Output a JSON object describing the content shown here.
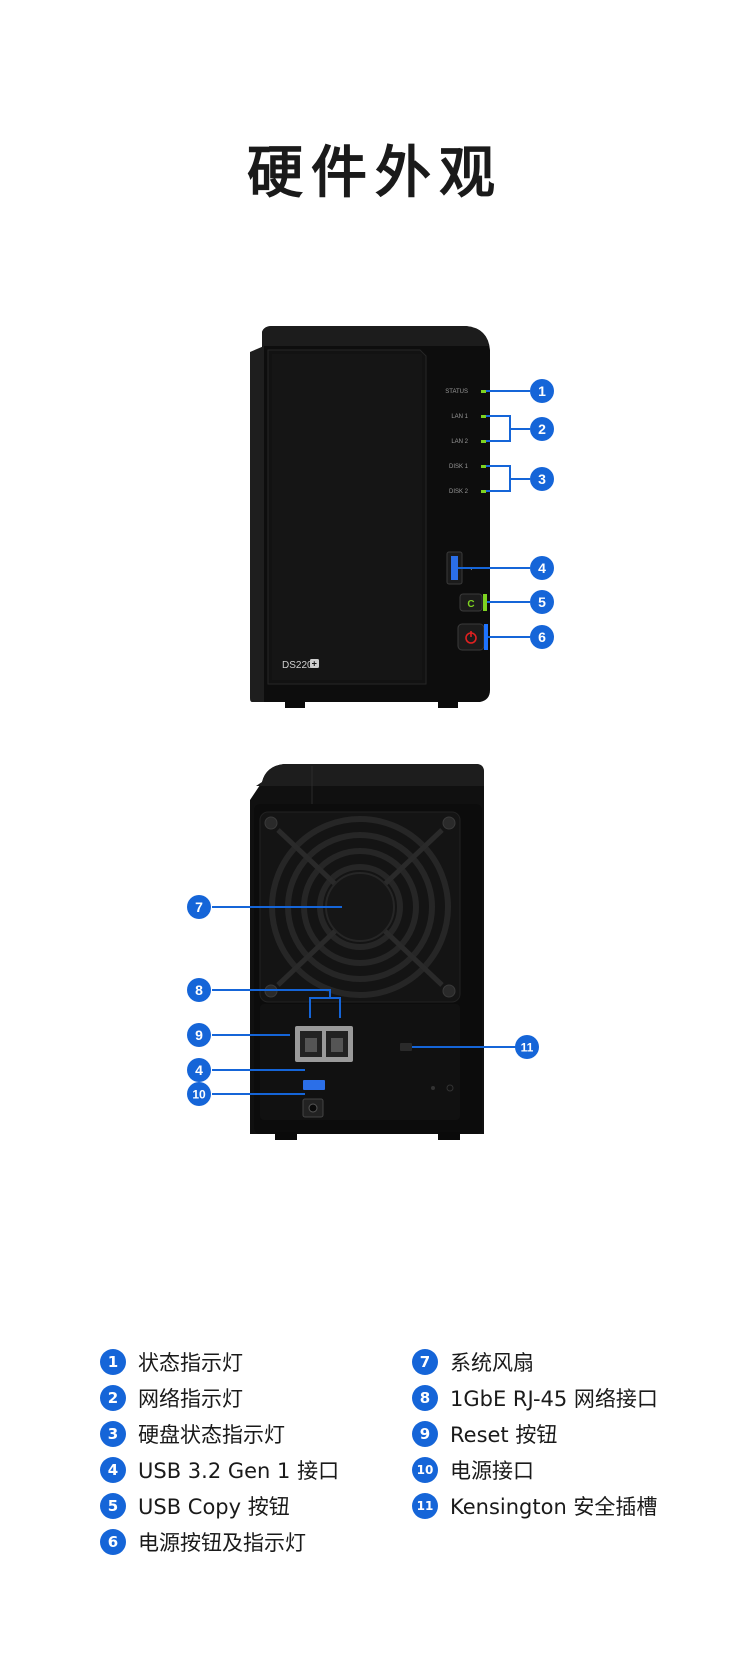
{
  "page": {
    "title": "硬件外观"
  },
  "front": {
    "led_labels": [
      "STATUS",
      "LAN 1",
      "LAN 2",
      "DISK 1",
      "DISK 2"
    ],
    "model_label": "DS220",
    "copy_button_glyph": "C"
  },
  "callouts": {
    "front": [
      "1",
      "2",
      "3",
      "4",
      "5",
      "6"
    ],
    "back": [
      "7",
      "8",
      "9",
      "4",
      "10",
      "11"
    ]
  },
  "legend": {
    "left": [
      {
        "num": "1",
        "text": "状态指示灯"
      },
      {
        "num": "2",
        "text": "网络指示灯"
      },
      {
        "num": "3",
        "text": "硬盘状态指示灯"
      },
      {
        "num": "4",
        "text": "USB 3.2 Gen 1 接口"
      },
      {
        "num": "5",
        "text": "USB Copy 按钮"
      },
      {
        "num": "6",
        "text": "电源按钮及指示灯"
      }
    ],
    "right": [
      {
        "num": "7",
        "text": "系统风扇"
      },
      {
        "num": "8",
        "text": "1GbE RJ-45 网络接口"
      },
      {
        "num": "9",
        "text": "Reset 按钮"
      },
      {
        "num": "10",
        "text": "电源接口"
      },
      {
        "num": "11",
        "text": "Kensington 安全插槽"
      }
    ]
  },
  "colors": {
    "accent": "#1565d8",
    "led_green": "#7ed321",
    "power_red": "#e02020",
    "chassis": "#141414"
  }
}
